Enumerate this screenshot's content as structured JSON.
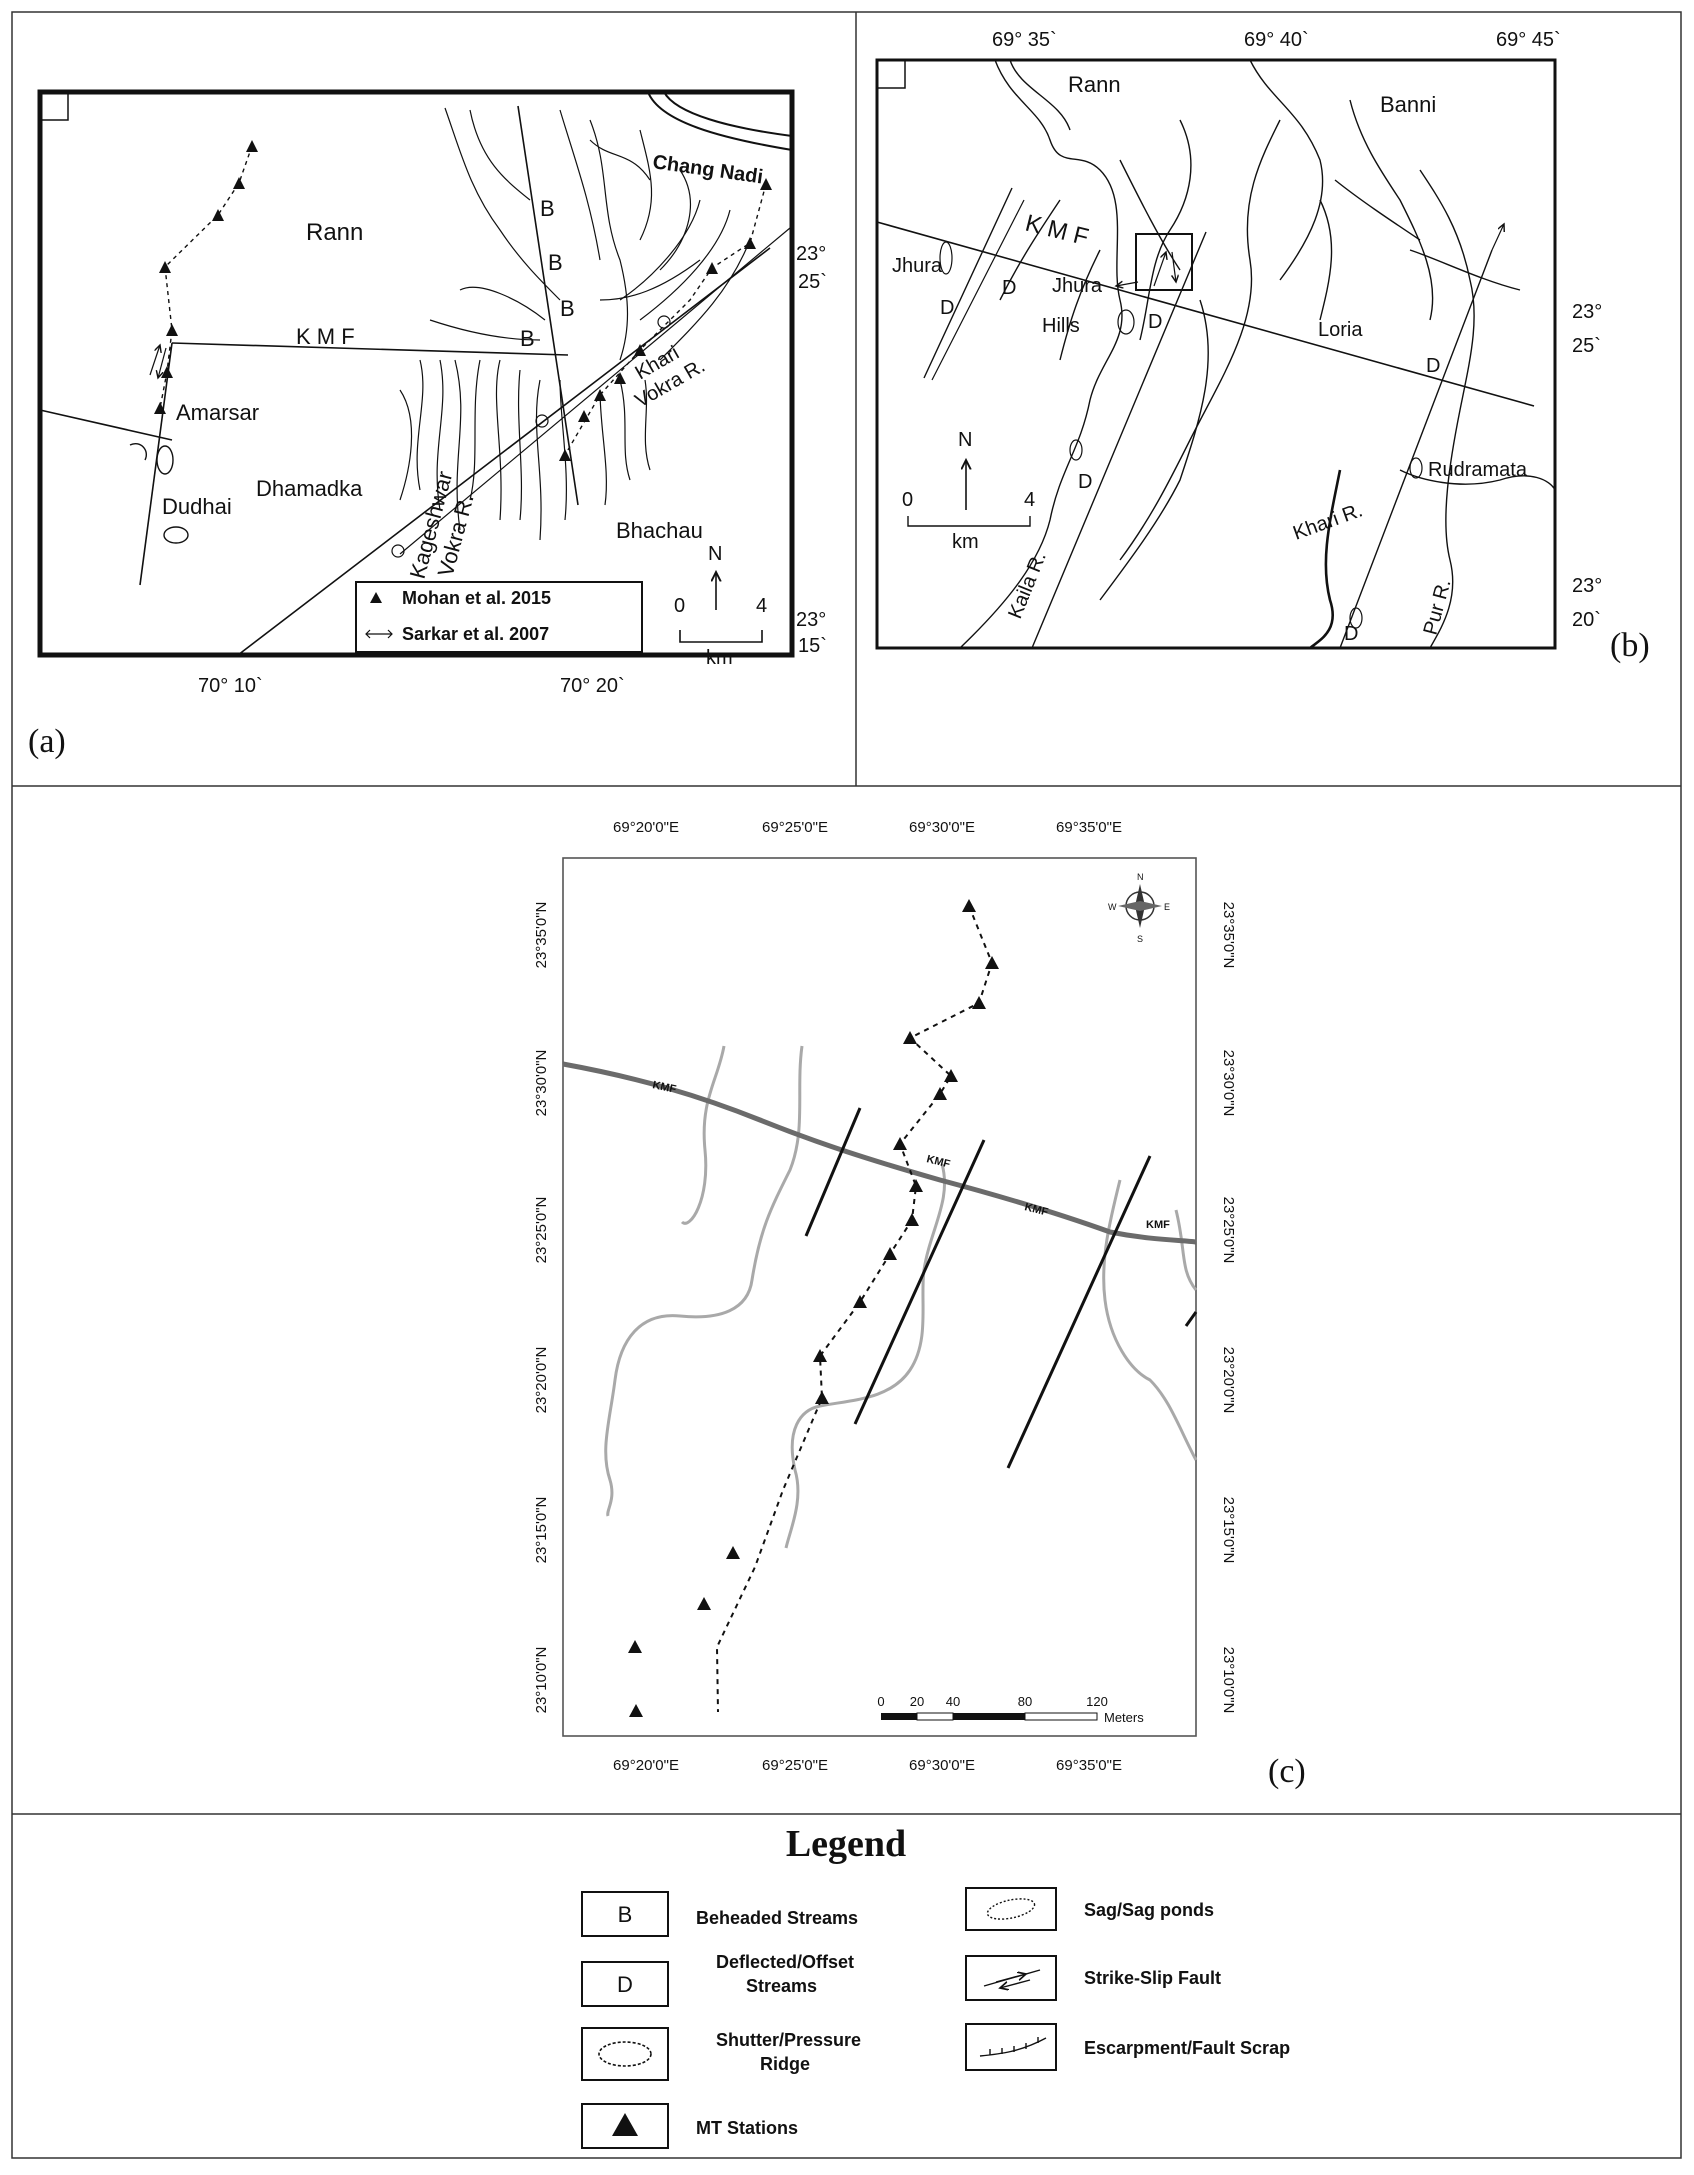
{
  "panel_a": {
    "letter": "(a)",
    "labels": {
      "rann": "Rann",
      "kmf": "K M F",
      "chang_nadi": "Chang Nadi",
      "amarsar": "Amarsar",
      "dudhai": "Dudhai",
      "dhamadka": "Dhamadka",
      "kageshwar": "Kageshwar",
      "vokra_r": "Vokra R.",
      "khari": "Khari",
      "vokra_r2": "Vokra R.",
      "bhachau": "Bhachau",
      "north": "N",
      "scale_start": "0",
      "scale_end": "4",
      "scale_unit": "km",
      "b": "B"
    },
    "coords": {
      "lat_2325_deg": "23°",
      "lat_2325_min": "25`",
      "lat_2315_deg": "23°",
      "lat_2315_min": "15`",
      "lon_7010": "70° 10`",
      "lon_7020": "70° 20`"
    },
    "legend": {
      "mohan": "Mohan et al. 2015",
      "sarkar": "Sarkar et al. 2007"
    }
  },
  "panel_b": {
    "letter": "(b)",
    "labels": {
      "rann": "Rann",
      "banni": "Banni",
      "kmf": "K M F",
      "jhura": "Jhura",
      "jhura2": "Jhura",
      "hills": "Hills",
      "loria": "Loria",
      "rudramata": "Rudramata",
      "khari_r": "Khari R.",
      "kaila_r": "Kaila R.",
      "pur_r": "Pur R.",
      "north": "N",
      "scale_start": "0",
      "scale_end": "4",
      "scale_unit": "km",
      "d": "D"
    },
    "coords": {
      "lon_6935": "69°  35`",
      "lon_6940": "69°  40`",
      "lon_6945": "69°  45`",
      "lat_2325_deg": "23°",
      "lat_2325_min": "25`",
      "lat_2320_deg": "23°",
      "lat_2320_min": "20`"
    }
  },
  "panel_c": {
    "letter": "(c)",
    "lon_labels": [
      "69°20'0\"E",
      "69°25'0\"E",
      "69°30'0\"E",
      "69°35'0\"E"
    ],
    "lat_labels": [
      "23°35'0\"N",
      "23°30'0\"N",
      "23°25'0\"N",
      "23°20'0\"N",
      "23°15'0\"N",
      "23°10'0\"N"
    ],
    "kmf_label": "KMF",
    "compass": {
      "n": "N",
      "s": "S",
      "e": "E",
      "w": "W"
    },
    "scale": {
      "ticks": [
        "0",
        "20",
        "40",
        "80",
        "120"
      ],
      "unit": "Meters"
    }
  },
  "legend": {
    "title": "Legend",
    "items": [
      {
        "symbol": "B",
        "label_lines": [
          "Beheaded Streams"
        ]
      },
      {
        "symbol": "D",
        "label_lines": [
          "Deflected/Offset",
          "Streams"
        ]
      },
      {
        "symbol": "shutter-ridge-icon",
        "label_lines": [
          "Shutter/Pressure",
          "Ridge"
        ]
      },
      {
        "symbol": "mt-station-icon",
        "label_lines": [
          "MT Stations"
        ]
      },
      {
        "symbol": "sag-pond-icon",
        "label_lines": [
          "Sag/Sag ponds"
        ]
      },
      {
        "symbol": "strike-slip-icon",
        "label_lines": [
          "Strike-Slip Fault"
        ]
      },
      {
        "symbol": "escarpment-icon",
        "label_lines": [
          "Escarpment/Fault Scrap"
        ]
      }
    ]
  },
  "colors": {
    "line": "#111111",
    "kmf_gray": "#6b6b6b",
    "river_gray": "#a9a9a9"
  }
}
